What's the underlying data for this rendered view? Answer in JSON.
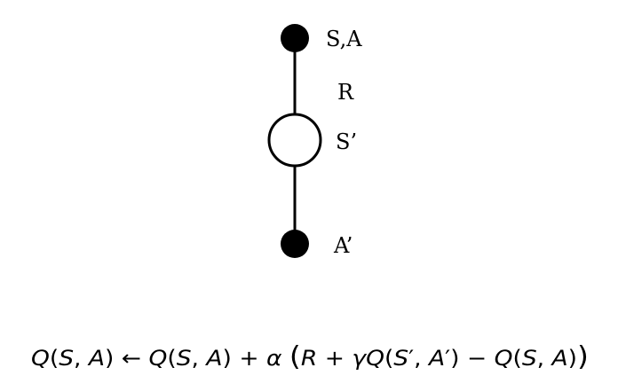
{
  "diagram": {
    "nodes": [
      {
        "id": "state-action",
        "label": "S,A",
        "kind": "action",
        "fill": "filled"
      },
      {
        "id": "next-state",
        "label": "S’",
        "kind": "state",
        "fill": "hollow"
      },
      {
        "id": "next-action",
        "label": "A’",
        "kind": "action",
        "fill": "filled"
      }
    ],
    "edges": [
      {
        "from": "state-action",
        "to": "next-state",
        "label": "R"
      },
      {
        "from": "next-state",
        "to": "next-action",
        "label": ""
      }
    ]
  },
  "equation": {
    "text": "Q(S, A) ← Q(S, A) + α (R + γQ(S′, A′) − Q(S, A))",
    "parts": {
      "q1": "Q",
      "s1": "S",
      "a1": "A",
      "arrow": "←",
      "q2": "Q",
      "s2": "S",
      "a2": "A",
      "plus1": "+",
      "alpha": "α",
      "r": "R",
      "plus2": "+",
      "gamma": "γ",
      "q3": "Q",
      "s3": "S",
      "prime1": "′",
      "a3": "A",
      "prime2": "′",
      "minus": "−",
      "q4": "Q",
      "s4": "S",
      "a4": "A"
    }
  },
  "colors": {
    "ink": "#000000",
    "background": "#ffffff"
  }
}
